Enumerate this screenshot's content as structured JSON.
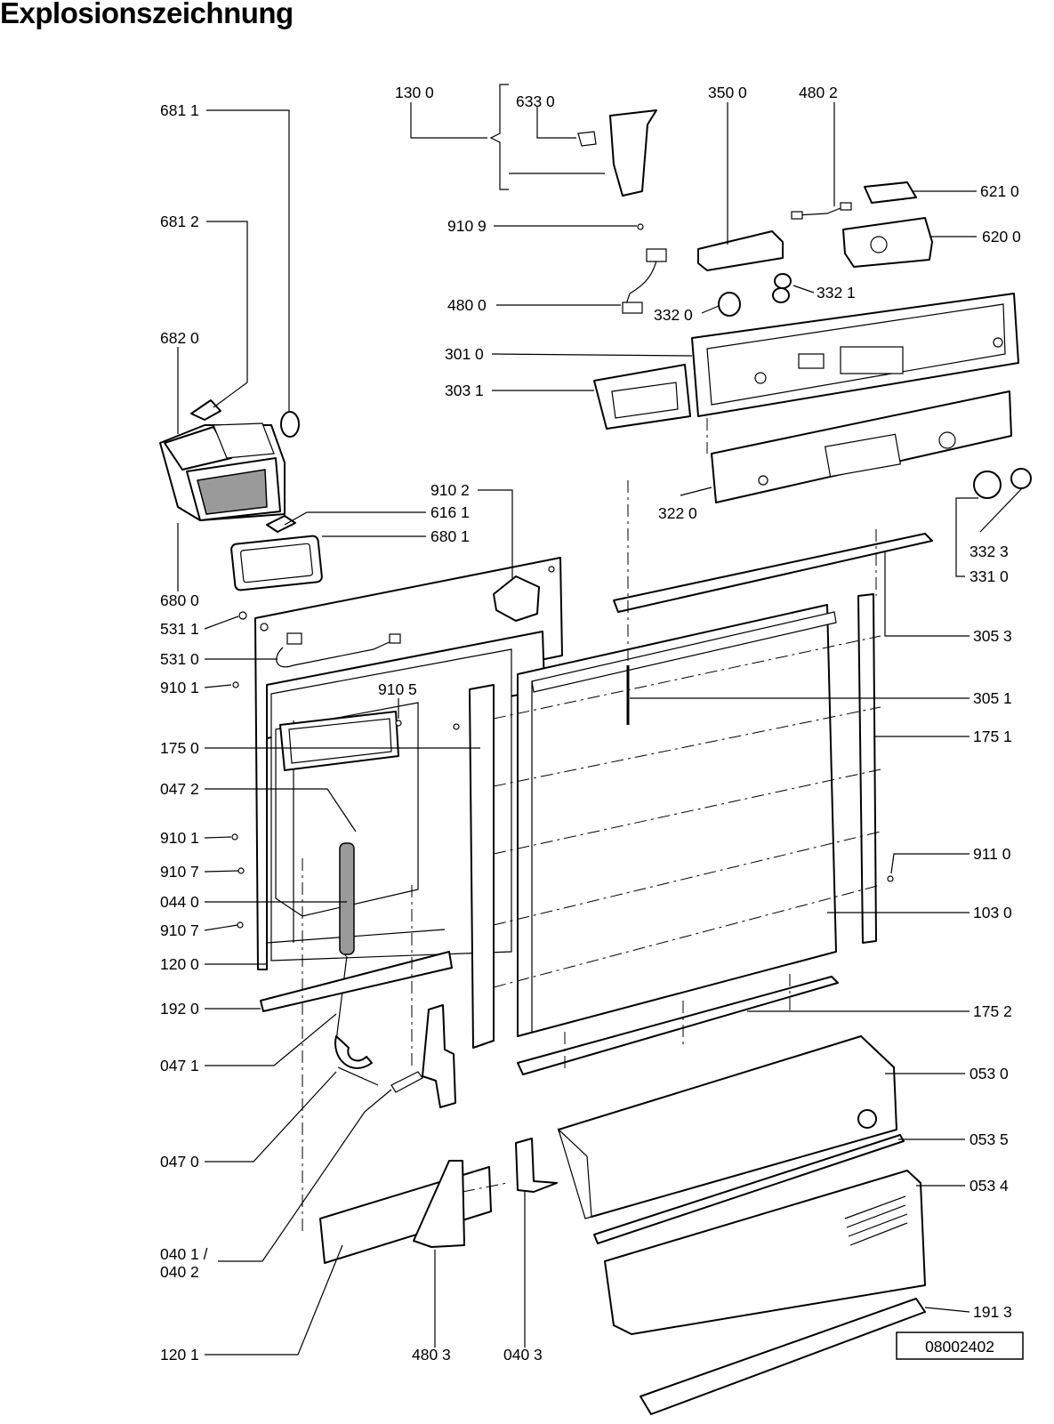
{
  "title": "Explosionszeichnung",
  "drawing_number": "08002402",
  "labels": {
    "l1300": "130 0",
    "l6330": "633 0",
    "l3500": "350 0",
    "l4802": "480 2",
    "l6811": "681 1",
    "l6812": "681 2",
    "l6210": "621 0",
    "l9109": "910 9",
    "l6200": "620 0",
    "l4800": "480 0",
    "l3321": "332 1",
    "l3320": "332 0",
    "l6820": "682 0",
    "l3010": "301 0",
    "l3031": "303 1",
    "l9102": "910 2",
    "l6161": "616 1",
    "l6801": "680 1",
    "l3220": "322 0",
    "l3323": "332 3",
    "l3310": "331 0",
    "l6800": "680 0",
    "l5311": "531 1",
    "l5310": "531 0",
    "l3053": "305 3",
    "l9101a": "910 1",
    "l9105": "910 5",
    "l3051": "305 1",
    "l1750": "175 0",
    "l1751": "175 1",
    "l0472": "047 2",
    "l9101b": "910 1",
    "l9110": "911 0",
    "l9107a": "910 7",
    "l0440": "044 0",
    "l1030": "103 0",
    "l9107b": "910 7",
    "l1200": "120 0",
    "l1920": "192 0",
    "l1752": "175 2",
    "l0471": "047 1",
    "l0530": "053 0",
    "l0535": "053 5",
    "l0470": "047 0",
    "l0534": "053 4",
    "l0401": "040 1 /",
    "l0402": "040 2",
    "l1913": "191 3",
    "l1201": "120 1",
    "l4803": "480 3",
    "l0403": "040 3"
  }
}
